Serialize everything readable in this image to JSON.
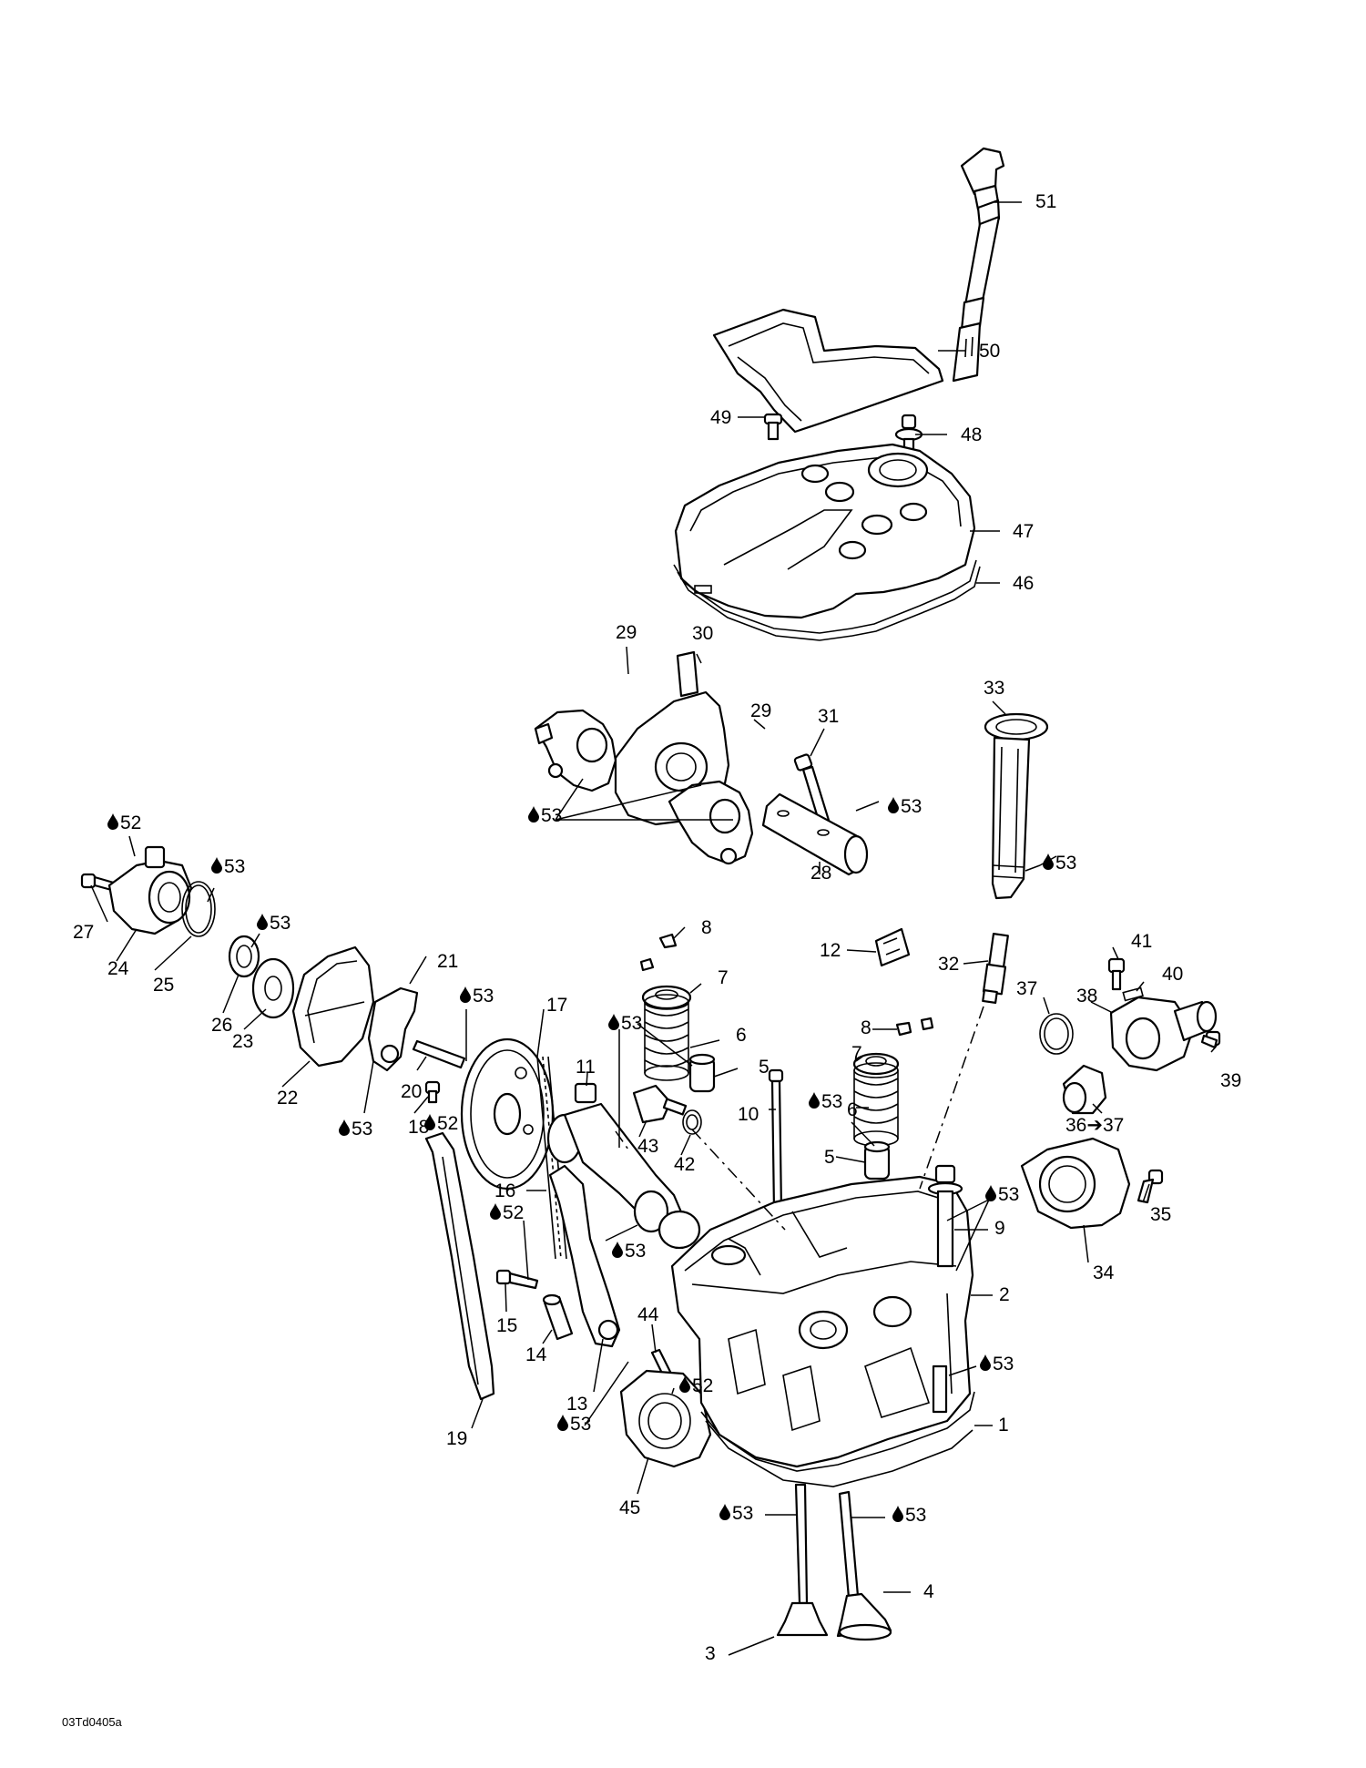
{
  "drawing_code": "03Td0405a",
  "callouts": [
    {
      "id": "c51",
      "label": "51",
      "lubricant": false
    },
    {
      "id": "c50",
      "label": "50",
      "lubricant": false
    },
    {
      "id": "c49",
      "label": "49",
      "lubricant": false
    },
    {
      "id": "c48",
      "label": "48",
      "lubricant": false
    },
    {
      "id": "c47",
      "label": "47",
      "lubricant": false
    },
    {
      "id": "c46",
      "label": "46",
      "lubricant": false
    },
    {
      "id": "c30",
      "label": "30",
      "lubricant": false
    },
    {
      "id": "c29a",
      "label": "29",
      "lubricant": false
    },
    {
      "id": "c29b",
      "label": "29",
      "lubricant": false
    },
    {
      "id": "c31",
      "label": "31",
      "lubricant": false
    },
    {
      "id": "c33",
      "label": "33",
      "lubricant": false
    },
    {
      "id": "c53_rocker",
      "label": "53",
      "lubricant": true
    },
    {
      "id": "c53_shaft",
      "label": "53",
      "lubricant": true
    },
    {
      "id": "c28",
      "label": "28",
      "lubricant": false
    },
    {
      "id": "c53_tube",
      "label": "53",
      "lubricant": true
    },
    {
      "id": "c52_top",
      "label": "52",
      "lubricant": true
    },
    {
      "id": "c53_ring",
      "label": "53",
      "lubricant": true
    },
    {
      "id": "c53_seal",
      "label": "53",
      "lubricant": true
    },
    {
      "id": "c27",
      "label": "27",
      "lubricant": false
    },
    {
      "id": "c24",
      "label": "24",
      "lubricant": false
    },
    {
      "id": "c25",
      "label": "25",
      "lubricant": false
    },
    {
      "id": "c26",
      "label": "26",
      "lubricant": false
    },
    {
      "id": "c23",
      "label": "23",
      "lubricant": false
    },
    {
      "id": "c22",
      "label": "22",
      "lubricant": false
    },
    {
      "id": "c21",
      "label": "21",
      "lubricant": false
    },
    {
      "id": "c53_pin",
      "label": "53",
      "lubricant": true
    },
    {
      "id": "c20",
      "label": "20",
      "lubricant": false
    },
    {
      "id": "c18",
      "label": "18",
      "lubricant": false
    },
    {
      "id": "c52_bolt",
      "label": "52",
      "lubricant": true
    },
    {
      "id": "c53_lever",
      "label": "53",
      "lubricant": true
    },
    {
      "id": "c17",
      "label": "17",
      "lubricant": false
    },
    {
      "id": "c8a",
      "label": "8",
      "lubricant": false
    },
    {
      "id": "c7a",
      "label": "7",
      "lubricant": false
    },
    {
      "id": "c6a",
      "label": "6",
      "lubricant": false
    },
    {
      "id": "c53_guide",
      "label": "53",
      "lubricant": true
    },
    {
      "id": "c5a",
      "label": "5",
      "lubricant": false
    },
    {
      "id": "c12",
      "label": "12",
      "lubricant": false
    },
    {
      "id": "c32",
      "label": "32",
      "lubricant": false
    },
    {
      "id": "c8b",
      "label": "8",
      "lubricant": false
    },
    {
      "id": "c7b",
      "label": "7",
      "lubricant": false
    },
    {
      "id": "c6b",
      "label": "6",
      "lubricant": false
    },
    {
      "id": "c53_guide2",
      "label": "53",
      "lubricant": true
    },
    {
      "id": "c5b",
      "label": "5",
      "lubricant": false
    },
    {
      "id": "c10",
      "label": "10",
      "lubricant": false
    },
    {
      "id": "c11",
      "label": "11",
      "lubricant": false
    },
    {
      "id": "c43",
      "label": "43",
      "lubricant": false
    },
    {
      "id": "c42",
      "label": "42",
      "lubricant": false
    },
    {
      "id": "c16",
      "label": "16",
      "lubricant": false
    },
    {
      "id": "c53_cam",
      "label": "53",
      "lubricant": true
    },
    {
      "id": "c52_mid",
      "label": "52",
      "lubricant": true
    },
    {
      "id": "c15",
      "label": "15",
      "lubricant": false
    },
    {
      "id": "c14",
      "label": "14",
      "lubricant": false
    },
    {
      "id": "c13",
      "label": "13",
      "lubricant": false
    },
    {
      "id": "c19",
      "label": "19",
      "lubricant": false
    },
    {
      "id": "c44",
      "label": "44",
      "lubricant": false
    },
    {
      "id": "c52_pin",
      "label": "52",
      "lubricant": true
    },
    {
      "id": "c53_gasket",
      "label": "53",
      "lubricant": true
    },
    {
      "id": "c45",
      "label": "45",
      "lubricant": false
    },
    {
      "id": "c41",
      "label": "41",
      "lubricant": false
    },
    {
      "id": "c40",
      "label": "40",
      "lubricant": false
    },
    {
      "id": "c37",
      "label": "37",
      "lubricant": false
    },
    {
      "id": "c38",
      "label": "38",
      "lubricant": false
    },
    {
      "id": "c39",
      "label": "39",
      "lubricant": false
    },
    {
      "id": "c36",
      "label": "36➔37",
      "lubricant": false
    },
    {
      "id": "c53_stud",
      "label": "53",
      "lubricant": true
    },
    {
      "id": "c9",
      "label": "9",
      "lubricant": false
    },
    {
      "id": "c34",
      "label": "34",
      "lubricant": false
    },
    {
      "id": "c35",
      "label": "35",
      "lubricant": false
    },
    {
      "id": "c2",
      "label": "2",
      "lubricant": false
    },
    {
      "id": "c53_head",
      "label": "53",
      "lubricant": true
    },
    {
      "id": "c1",
      "label": "1",
      "lubricant": false
    },
    {
      "id": "c53_v3",
      "label": "53",
      "lubricant": true
    },
    {
      "id": "c53_v4",
      "label": "53",
      "lubricant": true
    },
    {
      "id": "c3",
      "label": "3",
      "lubricant": false
    },
    {
      "id": "c4",
      "label": "4",
      "lubricant": false
    }
  ]
}
